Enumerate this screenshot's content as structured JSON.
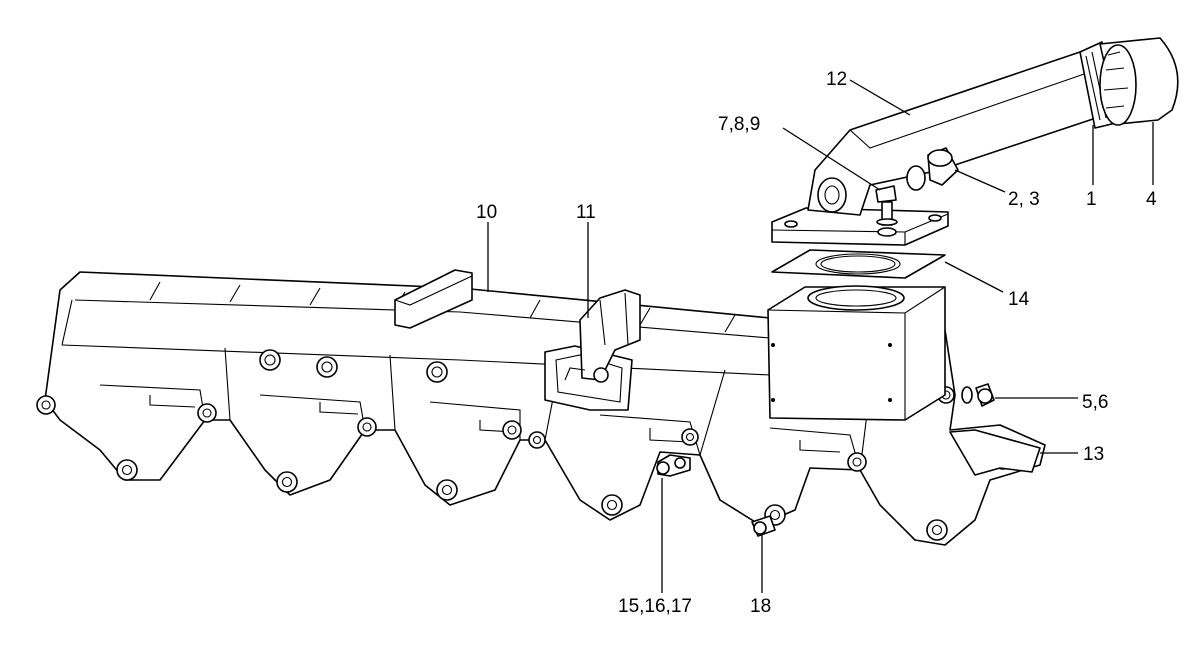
{
  "diagram": {
    "callouts": [
      {
        "id": "c1",
        "text": "1"
      },
      {
        "id": "c4",
        "text": "4"
      },
      {
        "id": "c23",
        "text": "2, 3"
      },
      {
        "id": "c12",
        "text": "12"
      },
      {
        "id": "c789",
        "text": "7,8,9"
      },
      {
        "id": "c10",
        "text": "10"
      },
      {
        "id": "c11",
        "text": "11"
      },
      {
        "id": "c14",
        "text": "14"
      },
      {
        "id": "c56",
        "text": "5,6"
      },
      {
        "id": "c13",
        "text": "13"
      },
      {
        "id": "c151617",
        "text": "15,16,17"
      },
      {
        "id": "c18",
        "text": "18"
      }
    ]
  }
}
